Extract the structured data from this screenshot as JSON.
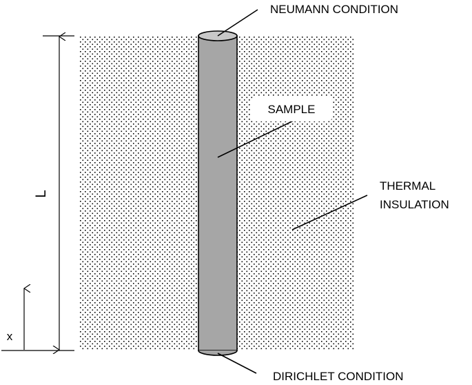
{
  "labels": {
    "top_condition": "NEUMANN CONDITION",
    "bottom_condition": "DIRICHLET CONDITION",
    "sample": "SAMPLE",
    "insulation_line1": "THERMAL",
    "insulation_line2": "INSULATION",
    "length_symbol": "L",
    "position_symbol": "x"
  },
  "colors": {
    "sample_fill": "#a6a6a6",
    "insulation_dots": "#000000",
    "background": "#ffffff"
  }
}
